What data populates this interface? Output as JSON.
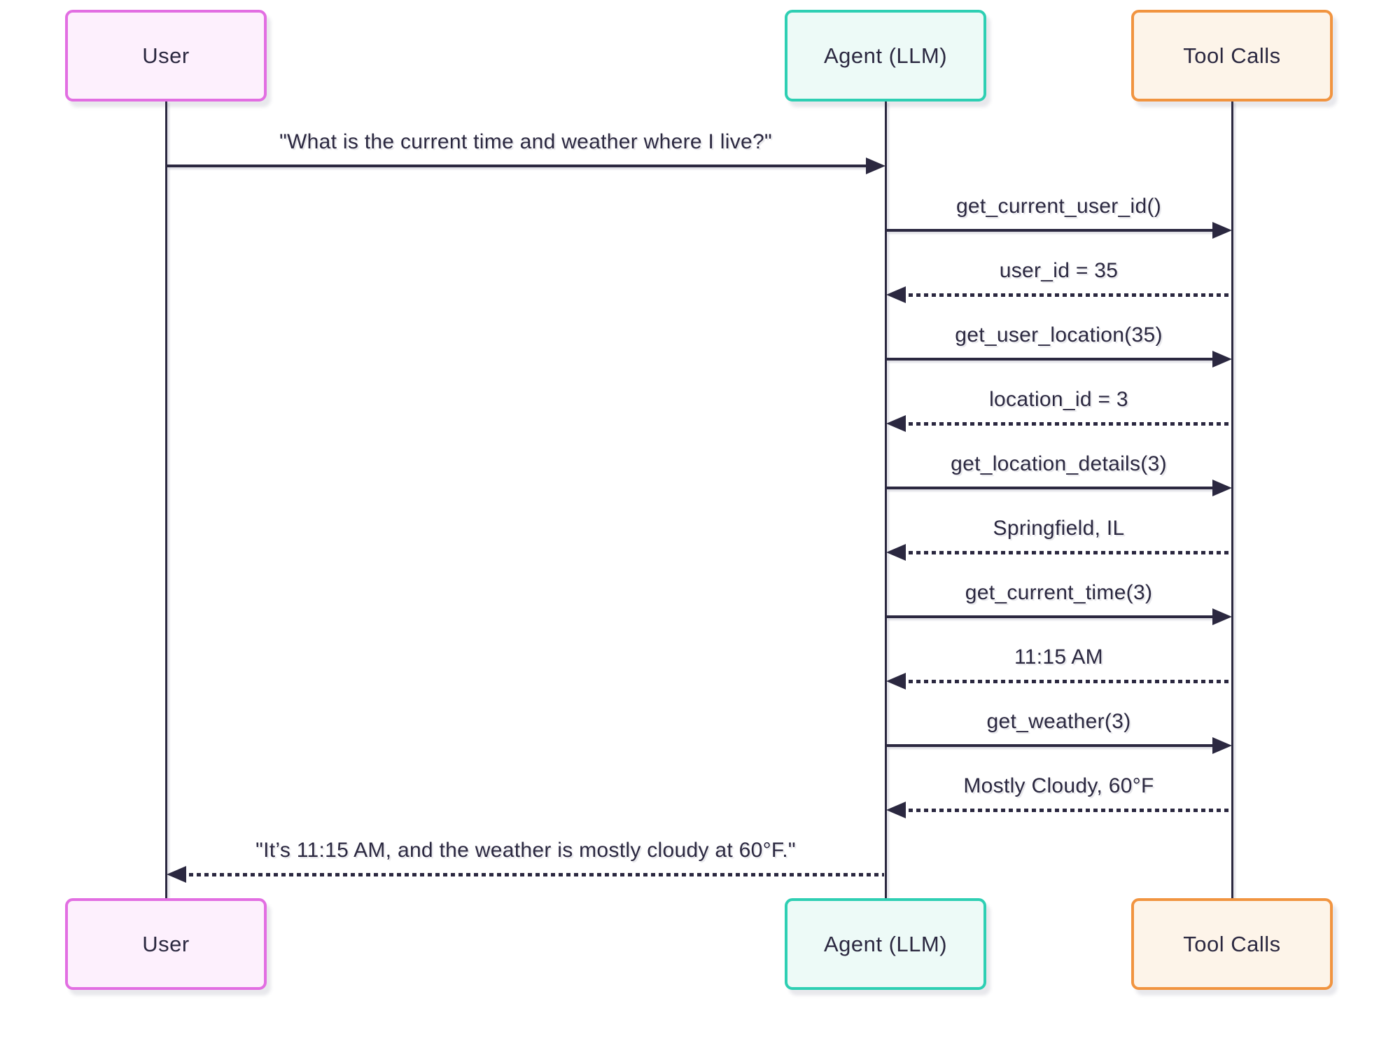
{
  "diagram": {
    "kind": "sequence-diagram",
    "background_color": "#ffffff",
    "line_color": "#2b2840",
    "text_color": "#2b2840"
  },
  "actors": [
    {
      "id": "user",
      "label": "User",
      "border_color": "#e26ee2",
      "fill_color": "#fdf0fd"
    },
    {
      "id": "agent",
      "label": "Agent (LLM)",
      "border_color": "#2ecfb3",
      "fill_color": "#edfaf7"
    },
    {
      "id": "tool",
      "label": "Tool Calls",
      "border_color": "#f19440",
      "fill_color": "#fdf4e9"
    }
  ],
  "messages": [
    {
      "from": "user",
      "to": "agent",
      "style": "solid",
      "text": "\"What is the current time and weather where I live?\""
    },
    {
      "from": "agent",
      "to": "tool",
      "style": "solid",
      "text": "get_current_user_id()"
    },
    {
      "from": "tool",
      "to": "agent",
      "style": "dotted",
      "text": "user_id = 35"
    },
    {
      "from": "agent",
      "to": "tool",
      "style": "solid",
      "text": "get_user_location(35)"
    },
    {
      "from": "tool",
      "to": "agent",
      "style": "dotted",
      "text": "location_id = 3"
    },
    {
      "from": "agent",
      "to": "tool",
      "style": "solid",
      "text": "get_location_details(3)"
    },
    {
      "from": "tool",
      "to": "agent",
      "style": "dotted",
      "text": "Springfield, IL"
    },
    {
      "from": "agent",
      "to": "tool",
      "style": "solid",
      "text": "get_current_time(3)"
    },
    {
      "from": "tool",
      "to": "agent",
      "style": "dotted",
      "text": "11:15 AM"
    },
    {
      "from": "agent",
      "to": "tool",
      "style": "solid",
      "text": "get_weather(3)"
    },
    {
      "from": "tool",
      "to": "agent",
      "style": "dotted",
      "text": "Mostly Cloudy, 60°F"
    },
    {
      "from": "agent",
      "to": "user",
      "style": "dotted",
      "text": "\"It’s 11:15 AM, and the weather is mostly cloudy at 60°F.\""
    }
  ]
}
